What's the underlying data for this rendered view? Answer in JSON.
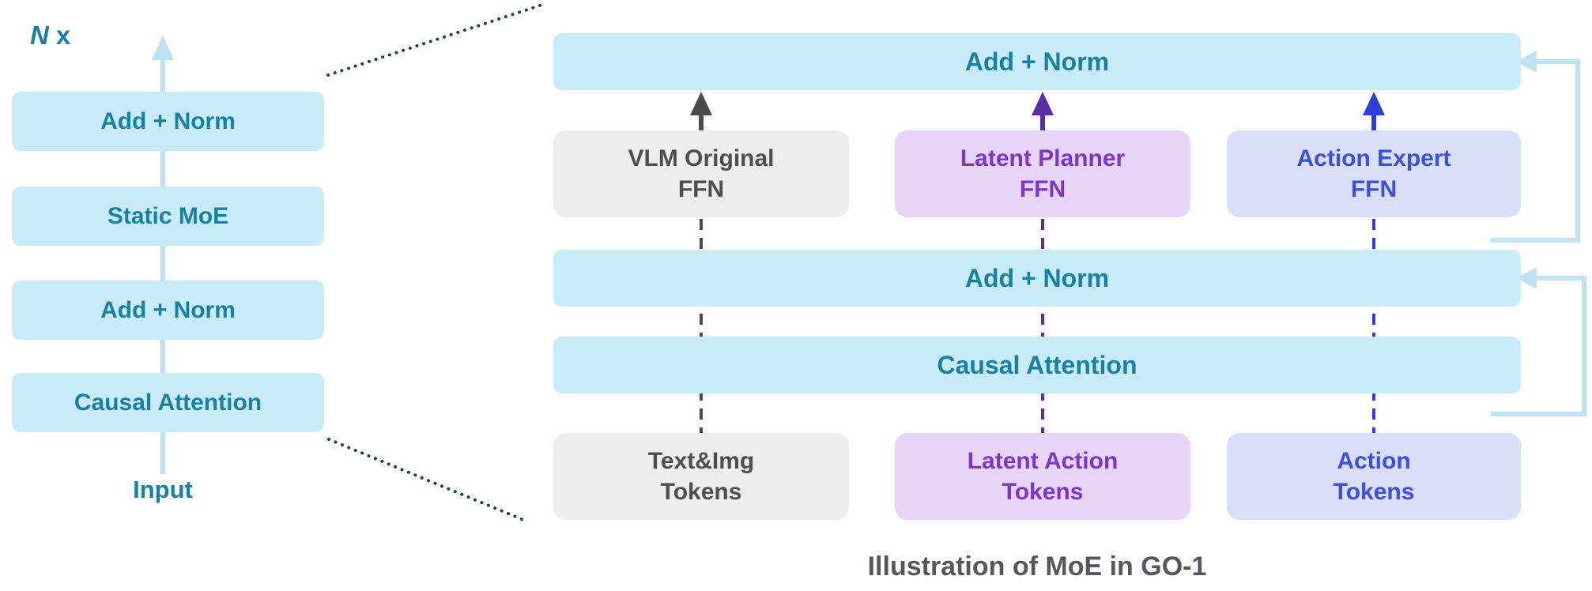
{
  "caption": "Illustration of MoE in GO-1",
  "left_stack": {
    "repeat_n": "N",
    "repeat_x": "x",
    "boxes": [
      "Add + Norm",
      "Static MoE",
      "Add + Norm",
      "Causal Attention"
    ],
    "input_label": "Input"
  },
  "right_diagram": {
    "top_add_norm": "Add + Norm",
    "mid_add_norm": "Add + Norm",
    "causal_attention": "Causal Attention",
    "ffn_boxes": [
      {
        "line1": "VLM Original",
        "line2": "FFN"
      },
      {
        "line1": "Latent Planner",
        "line2": "FFN"
      },
      {
        "line1": "Action Expert",
        "line2": "FFN"
      }
    ],
    "token_boxes": [
      {
        "line1": "Text&Img",
        "line2": "Tokens"
      },
      {
        "line1": "Latent Action",
        "line2": "Tokens"
      },
      {
        "line1": "Action",
        "line2": "Tokens"
      }
    ]
  },
  "colors": {
    "cyan_bg": "#c9eaf8",
    "teal_text": "#1781a4",
    "gray_bg": "#ededee",
    "gray_text": "#4d4e50",
    "purple_bg": "#e6d5f8",
    "purple_text": "#7b36c9",
    "blue_bg": "#d9def9",
    "blue_text": "#3b50e0",
    "arrow_gray": "#4a4a4a",
    "arrow_purple": "#5a2ea6",
    "arrow_blue": "#2b3fd6",
    "light_blue": "#bfe2f2",
    "dotted_line": "#1c3f54",
    "caption_text": "#55575a"
  }
}
